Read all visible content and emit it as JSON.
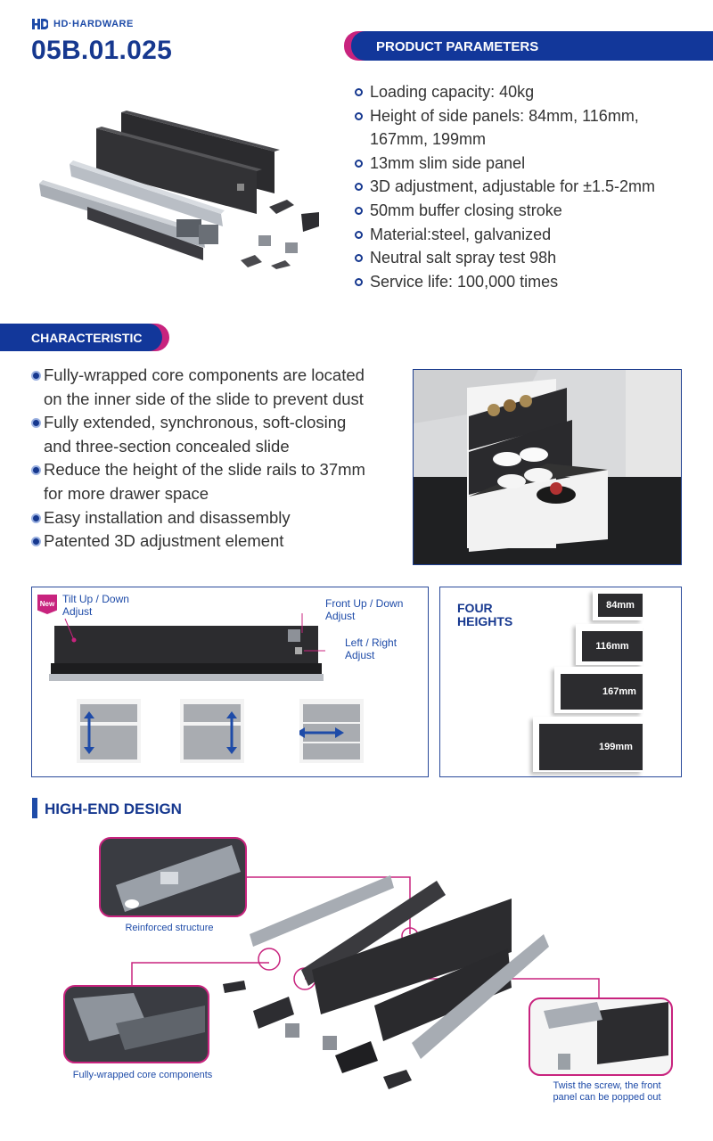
{
  "brand": {
    "name": "HD·HARDWARE"
  },
  "model": "05B.01.025",
  "product_parameters": {
    "title": "PRODUCT PARAMETERS",
    "items": [
      "Loading capacity: 40kg",
      "Height of side panels: 84mm, 116mm,",
      "167mm, 199mm",
      "13mm slim side panel",
      "3D adjustment, adjustable for ±1.5-2mm",
      "50mm buffer closing stroke",
      "Material:steel, galvanized",
      "Neutral salt spray test 98h",
      "Service life: 100,000 times"
    ]
  },
  "characteristic": {
    "title": "CHARACTERISTIC",
    "items": [
      "Fully-wrapped core components are located",
      "on the inner side of the slide to prevent dust",
      "Fully extended, synchronous, soft-closing",
      "and three-section concealed slide",
      "Reduce the height of the slide rails to 37mm",
      "for more drawer space",
      "Easy installation and disassembly",
      "Patented 3D adjustment element"
    ]
  },
  "adjustment": {
    "badge": "New",
    "tilt_line1": "Tilt Up / Down",
    "tilt_line2": "Adjust",
    "front_line1": "Front Up / Down",
    "front_line2": "Adjust",
    "lr_line1": "Left / Right",
    "lr_line2": "Adjust"
  },
  "heights": {
    "title_line1": "FOUR",
    "title_line2": "HEIGHTS",
    "values": [
      "84mm",
      "116mm",
      "167mm",
      "199mm"
    ]
  },
  "high_end_design": {
    "title": "HIGH-END DESIGN",
    "captions": {
      "reinforced": "Reinforced structure",
      "wrapped": "Fully-wrapped core components",
      "twist_line1": "Twist the screw, the front",
      "twist_line2": "panel can be popped out"
    }
  },
  "colors": {
    "navy": "#16388f",
    "blue": "#12379a",
    "magenta": "#c8237e",
    "panel_dark": "#2d2d2f"
  }
}
